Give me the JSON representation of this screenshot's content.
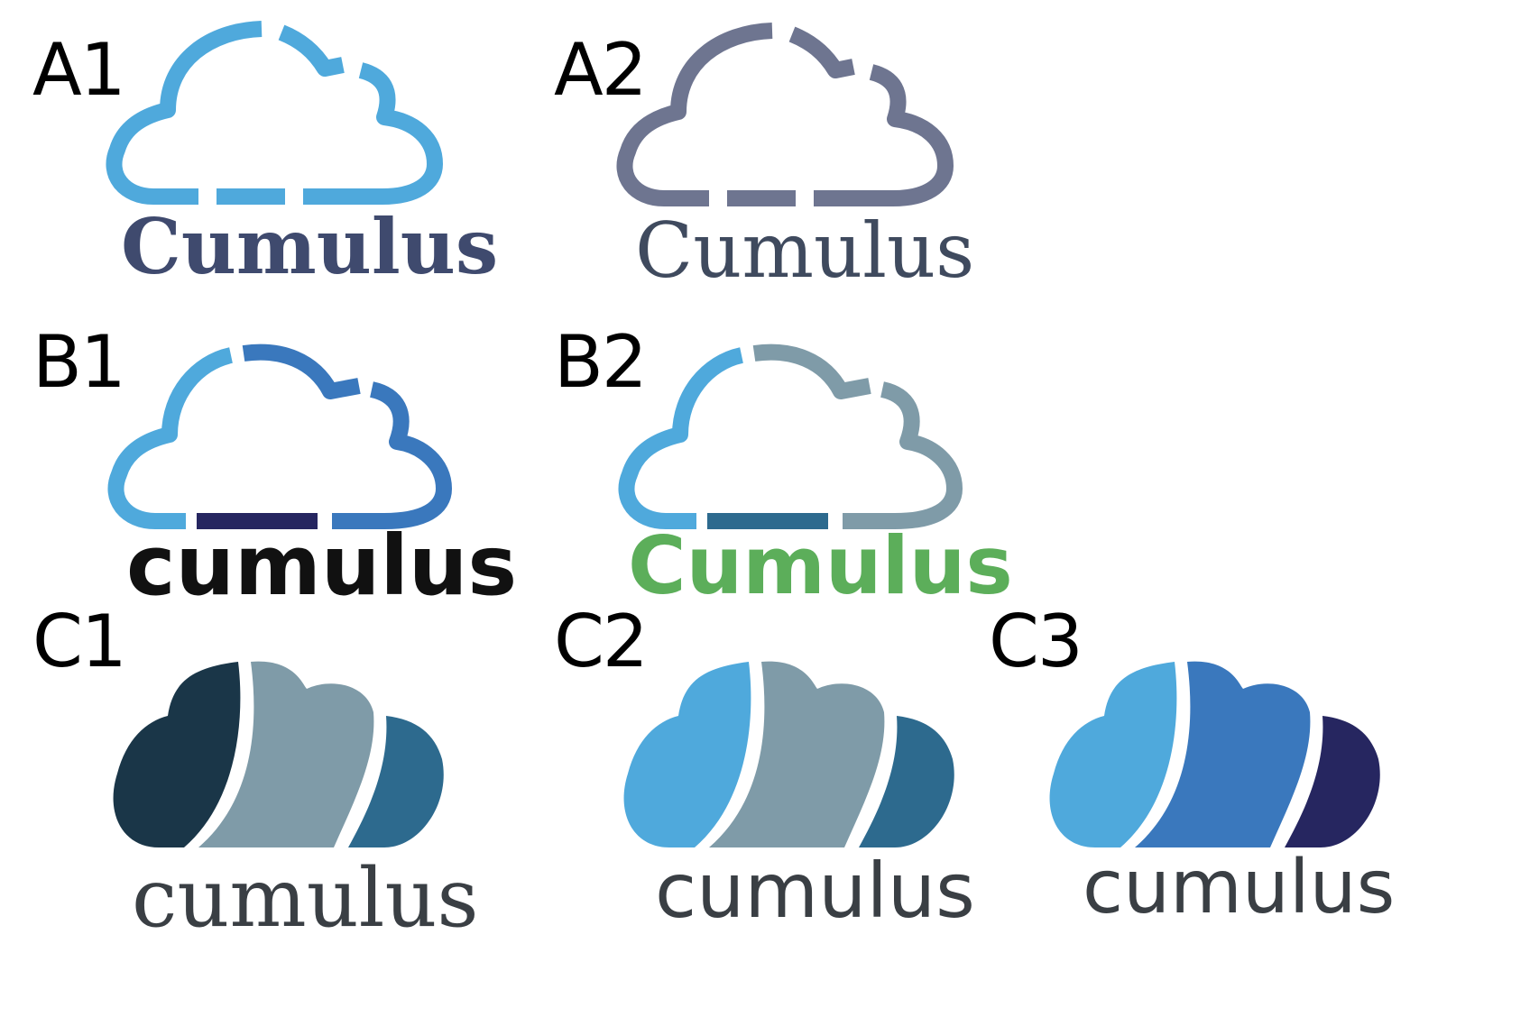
{
  "variants": [
    {
      "id": "A1",
      "label": "A1",
      "wordmark": "Cumulus",
      "style": "outline",
      "colors": [
        "#4fa9dc",
        "#4fa9dc",
        "#4fa9dc",
        "#4fa9dc",
        "#4fa9dc"
      ],
      "text_color": "#3f4a6e"
    },
    {
      "id": "A2",
      "label": "A2",
      "wordmark": "Cumulus",
      "style": "outline",
      "colors": [
        "#6e7590",
        "#6e7590",
        "#6e7590",
        "#6e7590",
        "#6e7590"
      ],
      "text_color": "#3f4a5e"
    },
    {
      "id": "B1",
      "label": "B1",
      "wordmark": "cumulus",
      "style": "outline",
      "colors": [
        "#4fa9dc",
        "#3a78bd",
        "#3a78bd",
        "#262660",
        "#262660"
      ],
      "text_color": "#111111"
    },
    {
      "id": "B2",
      "label": "B2",
      "wordmark": "Cumulus",
      "style": "outline",
      "colors": [
        "#4fa9dc",
        "#7f9ba8",
        "#7f9ba8",
        "#2d6a8e",
        "#2d6a8e"
      ],
      "text_color": "#5cae5a"
    },
    {
      "id": "C1",
      "label": "C1",
      "wordmark": "cumulus",
      "style": "filled",
      "colors": [
        "#1a3648",
        "#7f9ba8",
        "#2d6a8e"
      ],
      "text_color": "#3a3f44"
    },
    {
      "id": "C2",
      "label": "C2",
      "wordmark": "cumulus",
      "style": "filled",
      "colors": [
        "#4fa9dc",
        "#7f9ba8",
        "#2d6a8e"
      ],
      "text_color": "#3a3f44"
    },
    {
      "id": "C3",
      "label": "C3",
      "wordmark": "cumulus",
      "style": "filled",
      "colors": [
        "#4fa9dc",
        "#3a78bd",
        "#262660"
      ],
      "text_color": "#3a3f44"
    }
  ]
}
